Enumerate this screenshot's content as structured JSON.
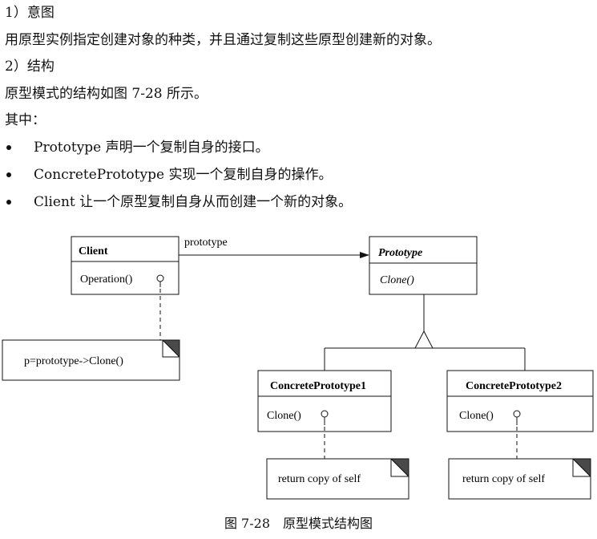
{
  "text": {
    "heading1": "1）意图",
    "para1": "用原型实例指定创建对象的种类，并且通过复制这些原型创建新的对象。",
    "heading2": "2）结构",
    "para2": "原型模式的结构如图 7-28 所示。",
    "para3": "其中：",
    "bullets": [
      "Prototype 声明一个复制自身的接口。",
      "ConcretePrototype 实现一个复制自身的操作。",
      "Client 让一个原型复制自身从而创建一个新的对象。"
    ]
  },
  "diagram": {
    "client": {
      "name": "Client",
      "operation": "Operation()"
    },
    "association_label": "prototype",
    "prototype": {
      "name": "Prototype",
      "operation": "Clone()"
    },
    "concrete1": {
      "name": "ConcretePrototype1",
      "operation": "Clone()"
    },
    "concrete2": {
      "name": "ConcretePrototype2",
      "operation": "Clone()"
    },
    "note_client": "p=prototype->Clone()",
    "note_concrete1": "return copy of self",
    "note_concrete2": "return copy of self"
  },
  "caption": "图 7-28　原型模式结构图"
}
